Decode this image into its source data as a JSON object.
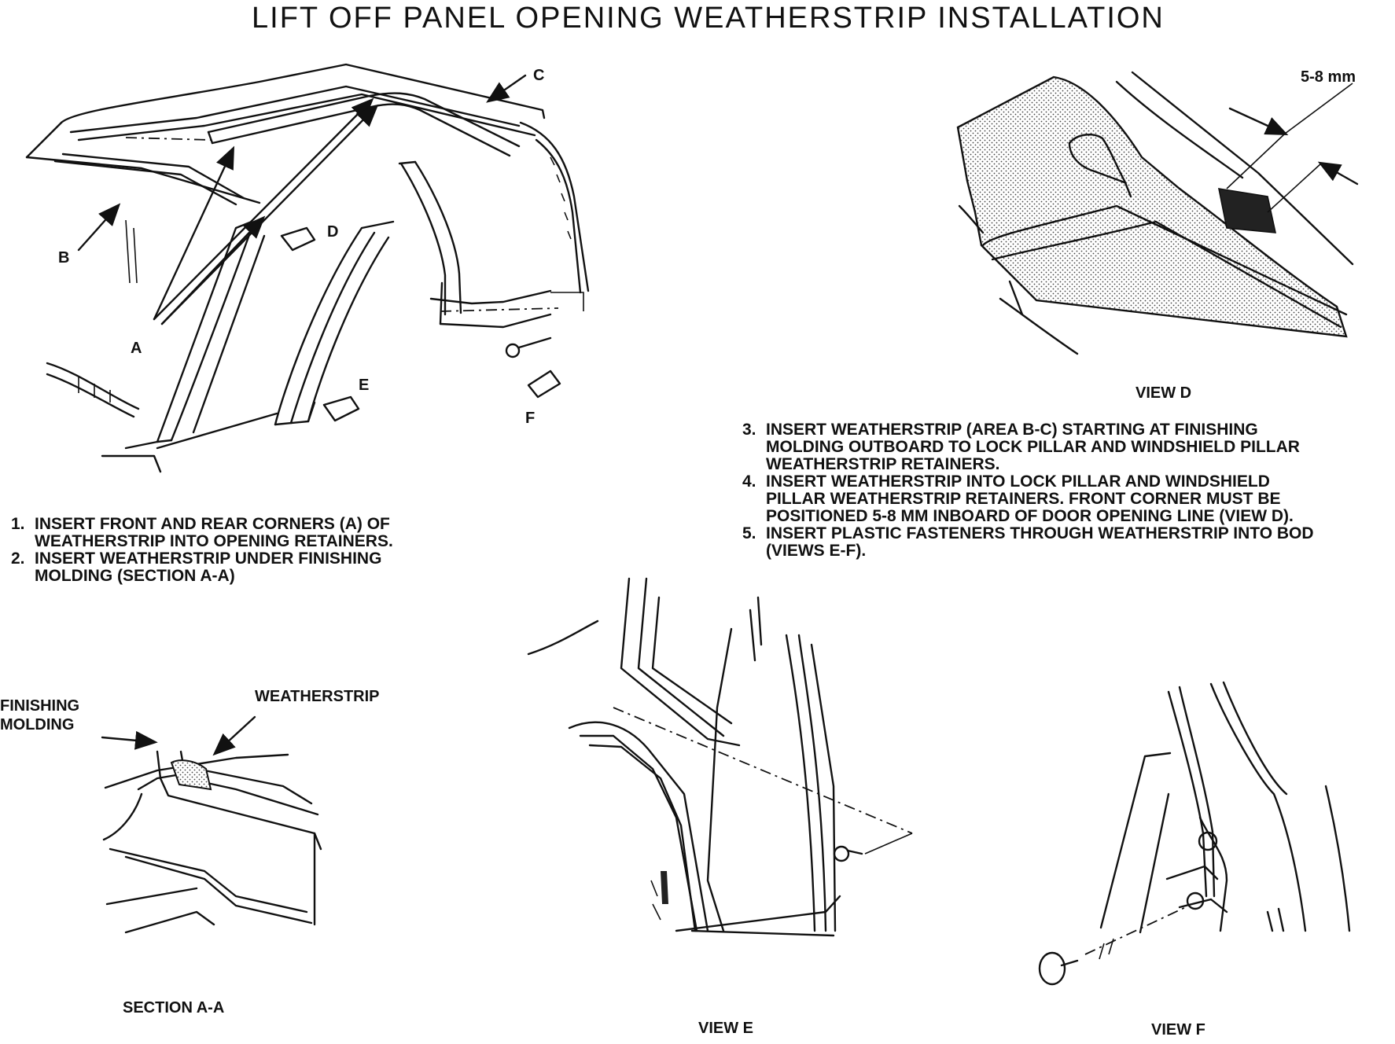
{
  "title": "LIFT OFF PANEL OPENING WEATHERSTRIP INSTALLATION",
  "callouts": {
    "a": "A",
    "b": "B",
    "c": "C",
    "d": "D",
    "e": "E",
    "f": "F",
    "dimension": "5-8 mm",
    "finishing_molding": [
      "FINISHING",
      "MOLDING"
    ],
    "weatherstrip": "WEATHERSTRIP"
  },
  "captions": {
    "view_d": "VIEW D",
    "view_e": "VIEW E",
    "view_f": "VIEW F",
    "section_aa": "SECTION A-A"
  },
  "instructions_left": [
    {
      "num": "1.",
      "lines": [
        "INSERT FRONT AND REAR CORNERS (A) OF",
        "WEATHERSTRIP INTO OPENING RETAINERS."
      ]
    },
    {
      "num": "2.",
      "lines": [
        "INSERT WEATHERSTRIP UNDER FINISHING",
        "MOLDING (SECTION A-A)"
      ]
    }
  ],
  "instructions_right": [
    {
      "num": "3.",
      "lines": [
        "INSERT WEATHERSTRIP (AREA B-C) STARTING AT FINISHING",
        "MOLDING OUTBOARD TO LOCK PILLAR AND WINDSHIELD PILLAR",
        "WEATHERSTRIP RETAINERS."
      ]
    },
    {
      "num": "4.",
      "lines": [
        "INSERT WEATHERSTRIP INTO LOCK PILLAR AND WINDSHIELD",
        "PILLAR WEATHERSTRIP RETAINERS. FRONT CORNER MUST BE",
        "POSITIONED 5-8 MM INBOARD OF DOOR OPENING LINE (VIEW D)."
      ]
    },
    {
      "num": "5.",
      "lines": [
        "INSERT PLASTIC FASTENERS THROUGH WEATHERSTRIP INTO BOD",
        "(VIEWS E-F)."
      ]
    }
  ]
}
